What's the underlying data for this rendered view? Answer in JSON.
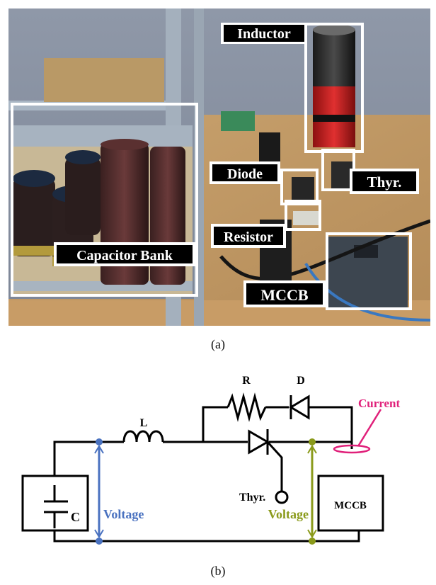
{
  "figure": {
    "panel_a": {
      "caption": "(a)",
      "description": "Photograph of experimental test setup",
      "labels": {
        "inductor": "Inductor",
        "capacitor_bank": "Capacitor Bank",
        "diode": "Diode",
        "thyristor": "Thyr.",
        "resistor": "Resistor",
        "mccb": "MCCB"
      }
    },
    "panel_b": {
      "caption": "(b)",
      "description": "Equivalent circuit diagram",
      "components": {
        "capacitor": "C",
        "inductor": "L",
        "resistor": "R",
        "diode": "D",
        "thyristor": "Thyr.",
        "breaker": "MCCB"
      },
      "measurements": {
        "voltage_left": "Voltage",
        "voltage_right": "Voltage",
        "current": "Current"
      },
      "colors": {
        "voltage_left": "#4a72c0",
        "voltage_right": "#8a9a1a",
        "current": "#e0207a",
        "wire": "#000000"
      }
    }
  }
}
